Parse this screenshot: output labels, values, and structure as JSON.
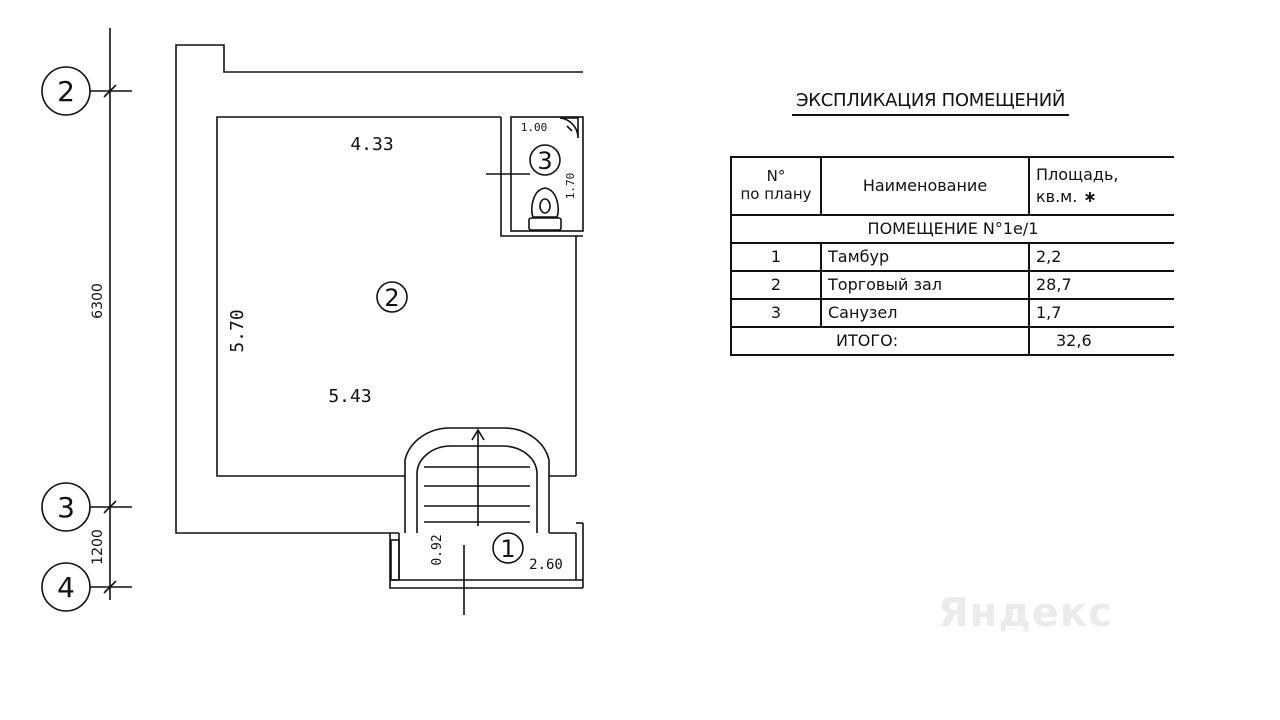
{
  "axes": {
    "a2": "2",
    "a3": "3",
    "a4": "4",
    "dim_total": "6300",
    "dim_lower": "1200"
  },
  "rooms": {
    "r1": "1",
    "r2": "2",
    "r3": "3"
  },
  "dims": {
    "width_top": "4.33",
    "height_left": "5.70",
    "width_bottom": "5.43",
    "wc_width": "1.00",
    "wc_height": "1.70",
    "vest_depth": "0.92",
    "vest_width": "2.60"
  },
  "explication": {
    "title": "ЭКСПЛИКАЦИЯ ПОМЕЩЕНИЙ",
    "headers": {
      "no_line1": "N°",
      "no_line2": "по плану",
      "name": "Наименование",
      "area_line1": "Площадь,",
      "area_line2": "кв.м.",
      "area_mark": "∗"
    },
    "premises": "ПОМЕЩЕНИЕ N°1е/1",
    "rows": [
      {
        "no": "1",
        "name": "Тамбур",
        "area": "2,2"
      },
      {
        "no": "2",
        "name": "Торговый зал",
        "area": "28,7"
      },
      {
        "no": "3",
        "name": "Санузел",
        "area": "1,7"
      }
    ],
    "total_label": "ИТОГО:",
    "total_value": "32,6"
  },
  "watermark": "Яндекс"
}
